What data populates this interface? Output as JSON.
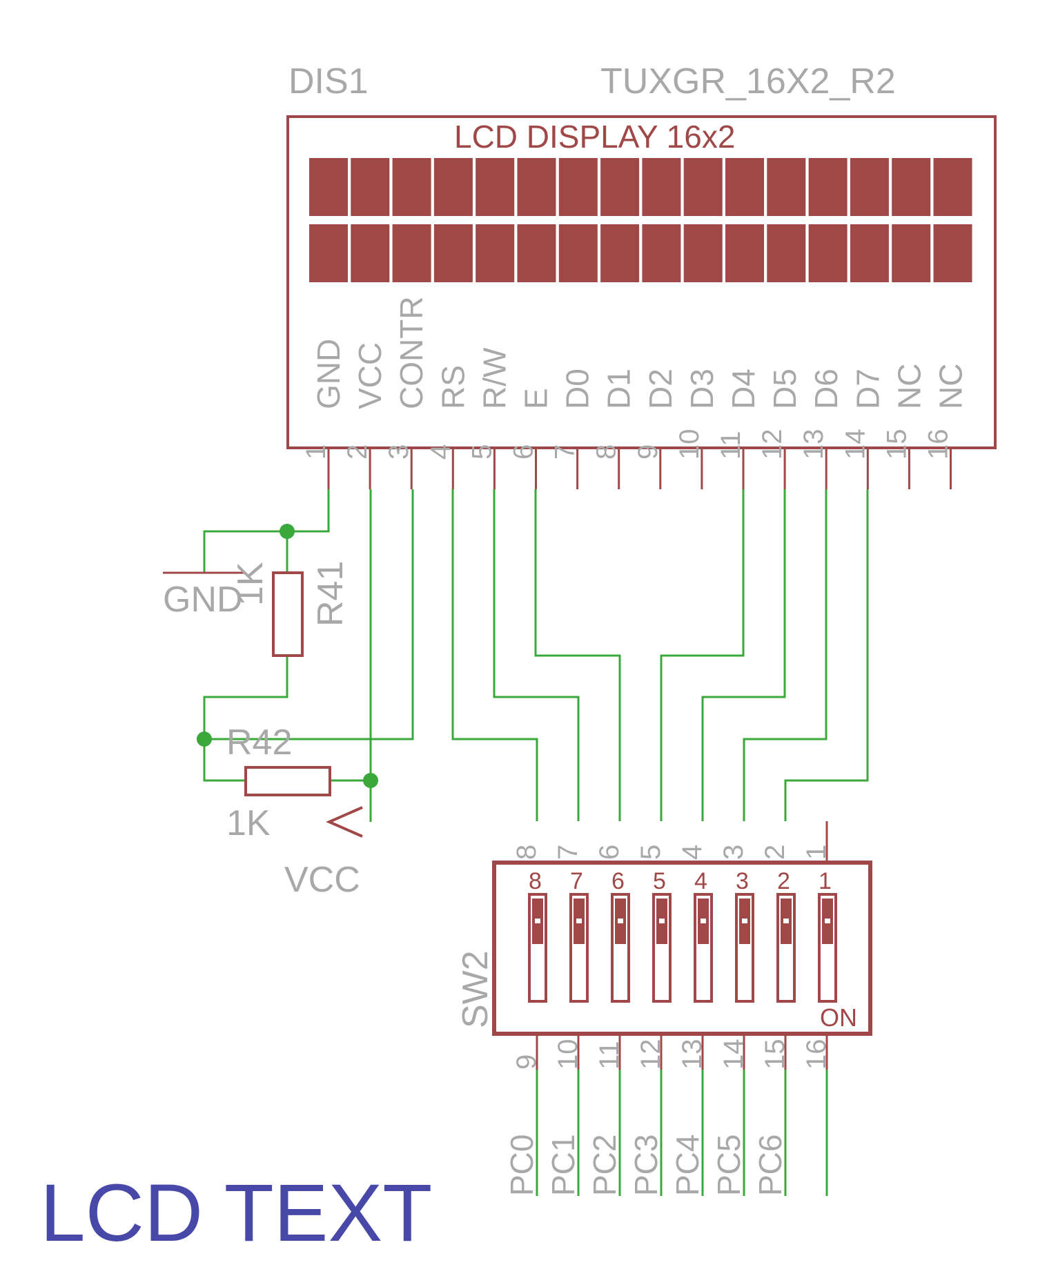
{
  "display": {
    "ref": "DIS1",
    "part": "TUXGR_16X2_R2",
    "title": "LCD DISPLAY 16x2",
    "pin_names": [
      "GND",
      "VCC",
      "CONTR",
      "RS",
      "R/W",
      "E",
      "D0",
      "D1",
      "D2",
      "D3",
      "D4",
      "D5",
      "D6",
      "D7",
      "NC",
      "NC"
    ],
    "pin_numbers": [
      "1",
      "2",
      "3",
      "4",
      "5",
      "6",
      "7",
      "8",
      "9",
      "10",
      "11",
      "12",
      "13",
      "14",
      "15",
      "16"
    ]
  },
  "resistors": [
    {
      "ref": "R41",
      "value": "1K"
    },
    {
      "ref": "R42",
      "value": "1K"
    }
  ],
  "power": {
    "gnd": "GND",
    "vcc": "VCC"
  },
  "switch": {
    "ref": "SW2",
    "on_label": "ON",
    "top_pins": [
      "8",
      "7",
      "6",
      "5",
      "4",
      "3",
      "2",
      "1"
    ],
    "bottom_pins": [
      "9",
      "10",
      "11",
      "12",
      "13",
      "14",
      "15",
      "16"
    ],
    "positions": [
      "8",
      "7",
      "6",
      "5",
      "4",
      "3",
      "2",
      "1"
    ]
  },
  "nets": [
    "PC0",
    "PC1",
    "PC2",
    "PC3",
    "PC4",
    "PC5",
    "PC6"
  ],
  "footer": "LCD TEXT",
  "colors": {
    "symbol": "#a04848",
    "wire": "#3aa83a",
    "label": "#a8a8a8",
    "junction": "#3aa83a",
    "footer": "#4848a8"
  }
}
